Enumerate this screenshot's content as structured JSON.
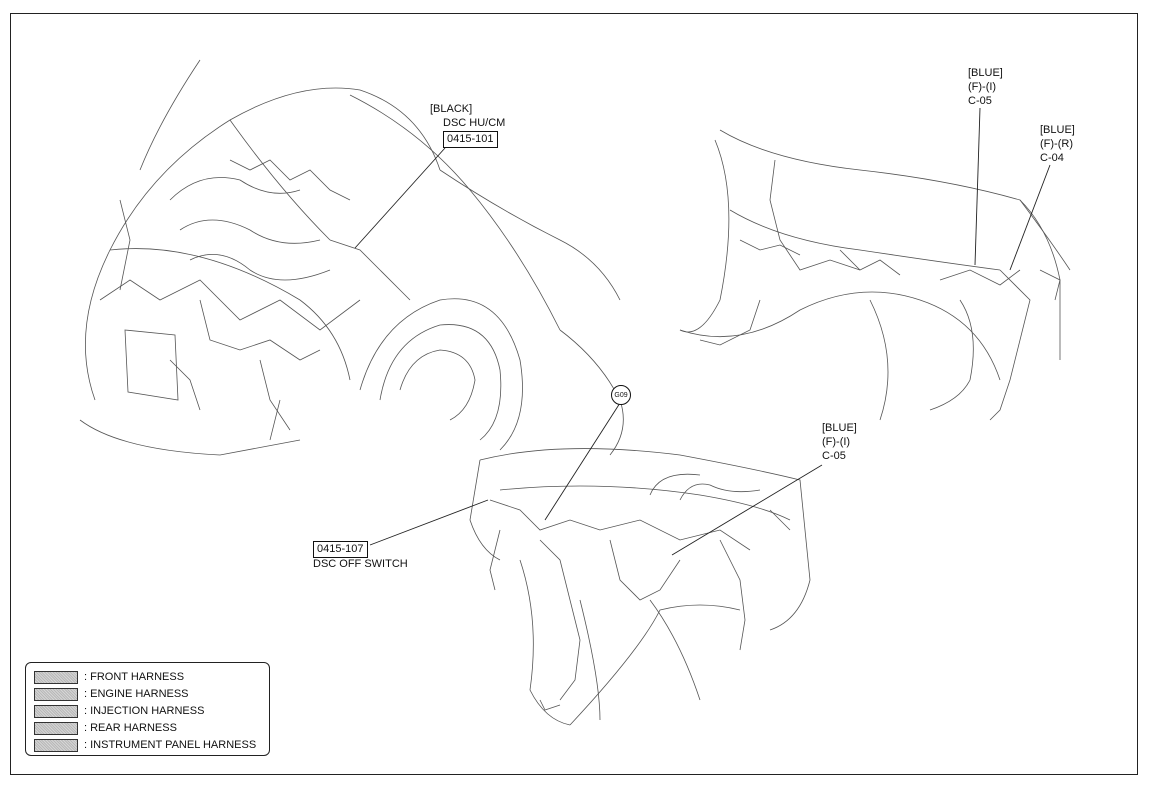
{
  "callouts": {
    "dsc_hu_cm": {
      "color": "[BLACK]",
      "name": "DSC HU/CM",
      "code": "0415-101"
    },
    "c05_top": {
      "color": "[BLUE]",
      "pin": "(F)-(I)",
      "code": "C-05"
    },
    "c04": {
      "color": "[BLUE]",
      "pin": "(F)-(R)",
      "code": "C-04"
    },
    "c05_bottom": {
      "color": "[BLUE]",
      "pin": "(F)-(I)",
      "code": "C-05"
    },
    "dsc_off": {
      "code": "0415-107",
      "name": "DSC OFF SWITCH"
    },
    "ground": {
      "code": "G09"
    }
  },
  "legend": {
    "items": [
      {
        "label": ": FRONT HARNESS"
      },
      {
        "label": ": ENGINE HARNESS"
      },
      {
        "label": ": INJECTION HARNESS"
      },
      {
        "label": ": REAR HARNESS"
      },
      {
        "label": ": INSTRUMENT PANEL HARNESS"
      }
    ]
  }
}
